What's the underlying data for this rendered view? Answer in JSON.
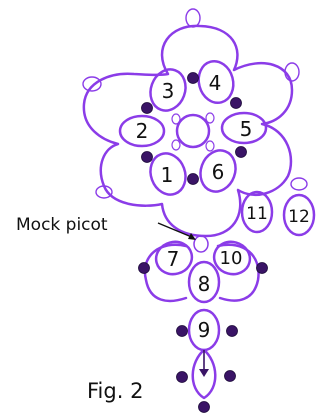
{
  "figure": {
    "caption": "Fig. 2",
    "annotation": "Mock picot",
    "ring_numbers": [
      "1",
      "2",
      "3",
      "4",
      "5",
      "6",
      "7",
      "8",
      "9",
      "10",
      "11",
      "12"
    ]
  },
  "colors": {
    "thread": "#8b3ce8",
    "picot_outline": "#8b3ce8",
    "bead": "#3a1466",
    "background": "#ffffff",
    "text": "#111111"
  }
}
